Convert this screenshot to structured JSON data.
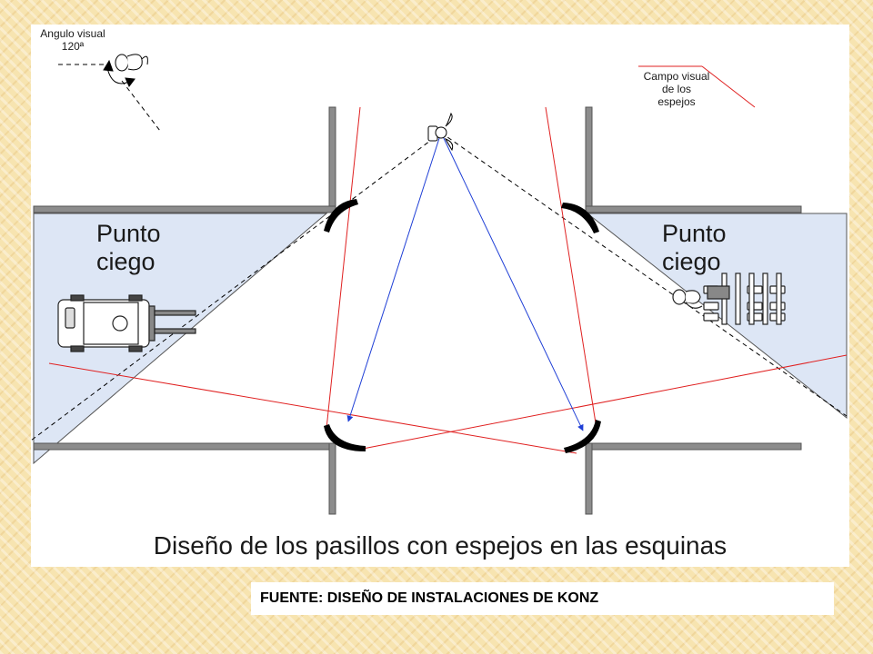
{
  "diagram": {
    "title": "Diseño de los pasillos con espejos en las esquinas",
    "labels": {
      "blind_spot_left": "Punto\nciego",
      "blind_spot_right": "Punto\nciego",
      "visual_angle_line1": "Angulo visual",
      "visual_angle_line2": "120ª",
      "mirror_field_line1": "Campo visual",
      "mirror_field_line2": "de los",
      "mirror_field_line3": "espejos"
    },
    "colors": {
      "blind_zone_fill": "#dde6f5",
      "wall": "#8c8c8c",
      "mirror": "#000000",
      "mirror_field_line": "#e02020",
      "sight_arrow": "#1f3fd6",
      "vision_cone_line": "#000000"
    },
    "icons": [
      "forklift-icon",
      "person-top-view-icon",
      "pallet-rack-icon",
      "mirror-icon"
    ]
  },
  "footer": {
    "source": "FUENTE: DISEÑO DE INSTALACIONES DE  KONZ"
  }
}
